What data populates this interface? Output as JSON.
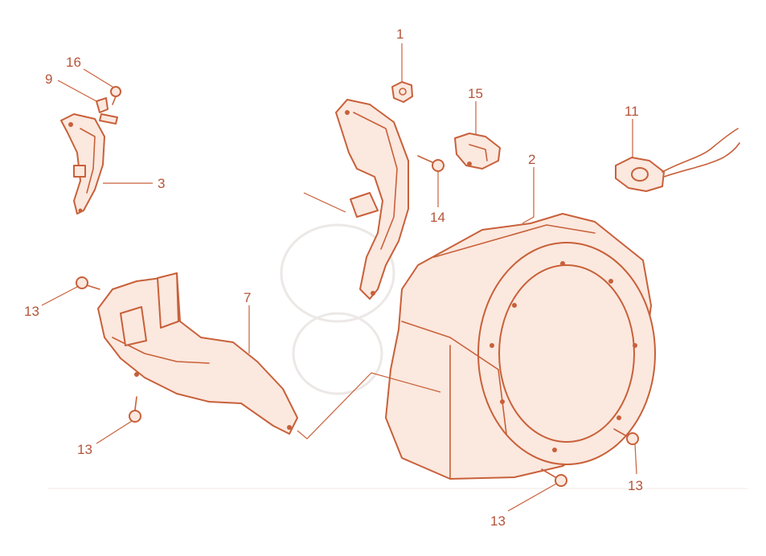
{
  "diagram": {
    "accent_color": "#c8603a",
    "label_color": "#b5543a",
    "callouts": {
      "p1": "1",
      "p2": "2",
      "p3": "3",
      "p7": "7",
      "p9": "9",
      "p11": "11",
      "p13a": "13",
      "p13b": "13",
      "p13c": "13",
      "p13d": "13",
      "p14": "14",
      "p15": "15",
      "p16": "16"
    }
  }
}
